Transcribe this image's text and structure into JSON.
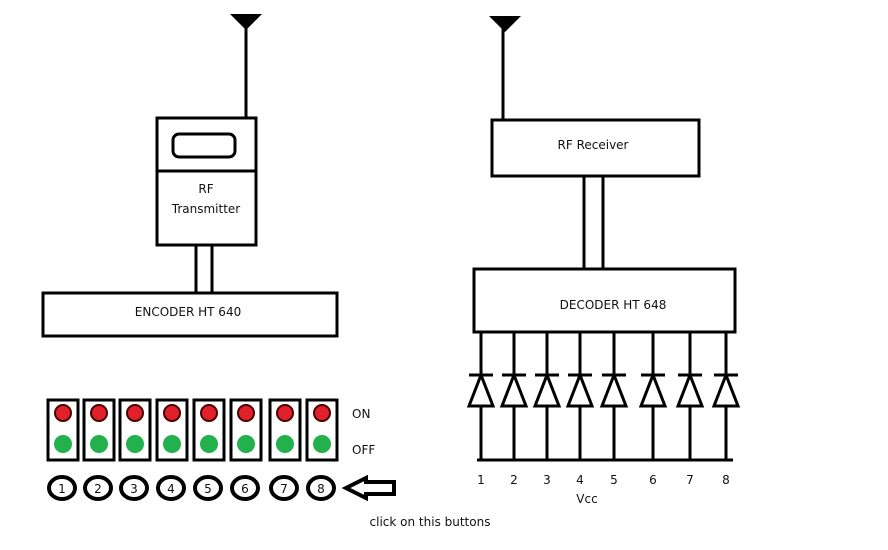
{
  "transmitter": {
    "rf_label_line1": "RF",
    "rf_label_line2": "Transmitter",
    "encoder_label": "ENCODER HT 640"
  },
  "receiver": {
    "rf_label": "RF Receiver",
    "decoder_label": "DECODER HT 648",
    "outputs": [
      "1",
      "2",
      "3",
      "4",
      "5",
      "6",
      "7",
      "8"
    ],
    "vcc_label": "Vcc"
  },
  "switches": {
    "on_label": "ON",
    "off_label": "OFF",
    "buttons": [
      "1",
      "2",
      "3",
      "4",
      "5",
      "6",
      "7",
      "8"
    ],
    "on_color": "#e0202a",
    "off_color": "#22b14c",
    "hint": "click on this buttons"
  }
}
